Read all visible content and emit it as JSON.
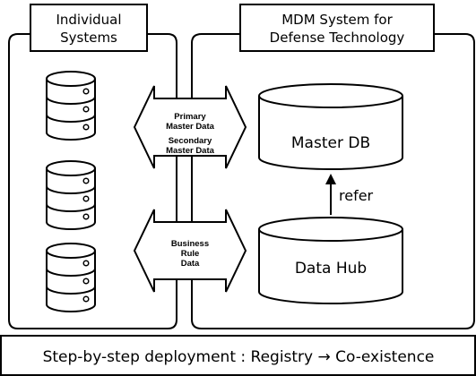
{
  "left_panel": {
    "title_line1": "Individual",
    "title_line2": "Systems"
  },
  "right_panel": {
    "title_line1": "MDM System for",
    "title_line2": "Defense Technology"
  },
  "upper_arrow": {
    "primary_line1": "Primary",
    "primary_line2": "Master Data",
    "secondary_line1": "Secondary",
    "secondary_line2": "Master Data"
  },
  "lower_arrow": {
    "line1": "Business",
    "line2": "Rule",
    "line3": "Data"
  },
  "master_db": {
    "label": "Master DB"
  },
  "data_hub": {
    "label": "Data Hub"
  },
  "refer": {
    "label": "refer"
  },
  "footer": {
    "text": "Step-by-step deployment : Registry → Co-existence"
  },
  "icons": {
    "database": "database-stack-icon",
    "arrow": "double-headed-arrow-icon"
  }
}
